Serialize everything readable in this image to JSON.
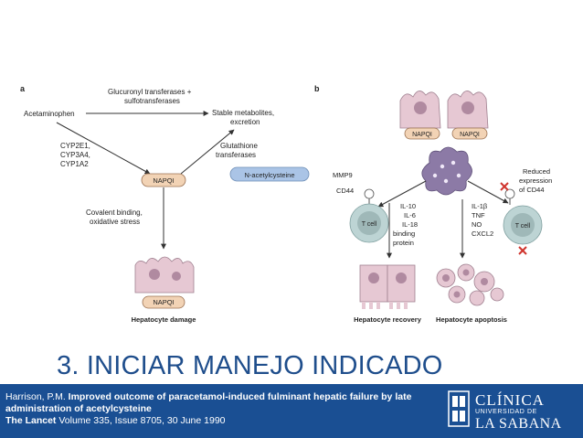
{
  "panel_a": {
    "label": "a",
    "enzymes_top_1": "Glucuronyl transferases +",
    "enzymes_top_2": "sulfotransferases",
    "acetaminophen": "Acetaminophen",
    "stable_1": "Stable metabolites,",
    "stable_2": "excretion",
    "cyp_1": "CYP2E1,",
    "cyp_2": "CYP3A4,",
    "cyp_3": "CYP1A2",
    "glut_1": "Glutathione",
    "glut_2": "transferases",
    "napqi": "NAPQI",
    "nac": "N-acetylcysteine",
    "covalent_1": "Covalent binding,",
    "covalent_2": "oxidative stress",
    "napqi_cell": "NAPQI",
    "damage": "Hepatocyte damage"
  },
  "panel_b": {
    "label": "b",
    "napqi_left": "NAPQI",
    "napqi_right": "NAPQI",
    "mmp9": "MMP9",
    "cd44": "CD44",
    "tcell_left": "T cell",
    "left_cytokines": [
      "IL-10",
      "IL-6",
      "IL-18",
      "binding",
      "protein"
    ],
    "right_cytokines": [
      "IL-1β",
      "TNF",
      "NO",
      "CXCL2"
    ],
    "reduced_1": "Reduced",
    "reduced_2": "expression",
    "reduced_3": "of CD44",
    "tcell_right": "T cell",
    "recovery": "Hepatocyte recovery",
    "apoptosis": "Hepatocyte apoptosis"
  },
  "slide_title": "3. INICIAR MANEJO INDICADO",
  "citation": {
    "author": "Harrison, P.M.",
    "title_bold": "Improved outcome of paracetamol-induced fulminant hepatic failure by late administration of acetylcysteine",
    "journal": "The Lancet",
    "details": "Volume 335, Issue 8705, 30 June 1990"
  },
  "logo": {
    "line1": "CLÍNICA",
    "line2": "UNIVERSIDAD DE",
    "line3": "LA SABANA"
  },
  "colors": {
    "footer_bg": "#1a4f93",
    "title_color": "#1f4e8c",
    "napqi_fill": "#f2d3b5",
    "nac_fill": "#aac4e6",
    "hepatocyte_fill": "#e6c8d3",
    "tcell_fill": "#bdd4d4",
    "macrophage_fill": "#8c7aa6"
  }
}
